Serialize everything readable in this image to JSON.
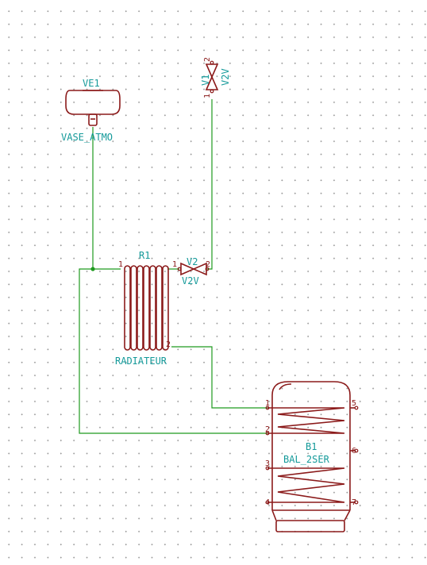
{
  "components": {
    "vase": {
      "ref": "VE1",
      "value": "VASE_ATMO"
    },
    "radiator": {
      "ref": "R1",
      "value": "RADIATEUR",
      "pin1": "1",
      "pin2": "2"
    },
    "valve_h": {
      "ref": "V2",
      "value": "V2V",
      "pin1": "1",
      "pin2": "2"
    },
    "valve_v": {
      "ref": "V1",
      "value": "V2V",
      "pin1": "1",
      "pin2": "2"
    },
    "tank": {
      "ref": "B1",
      "value": "BAL_2SER",
      "pins": [
        "1",
        "2",
        "3",
        "4",
        "5",
        "6",
        "7"
      ]
    }
  },
  "colors": {
    "wire": "#1f9a1f",
    "part": "#8b1a1a",
    "label": "#159a9a",
    "grid_dot": "#9a9a9a"
  }
}
